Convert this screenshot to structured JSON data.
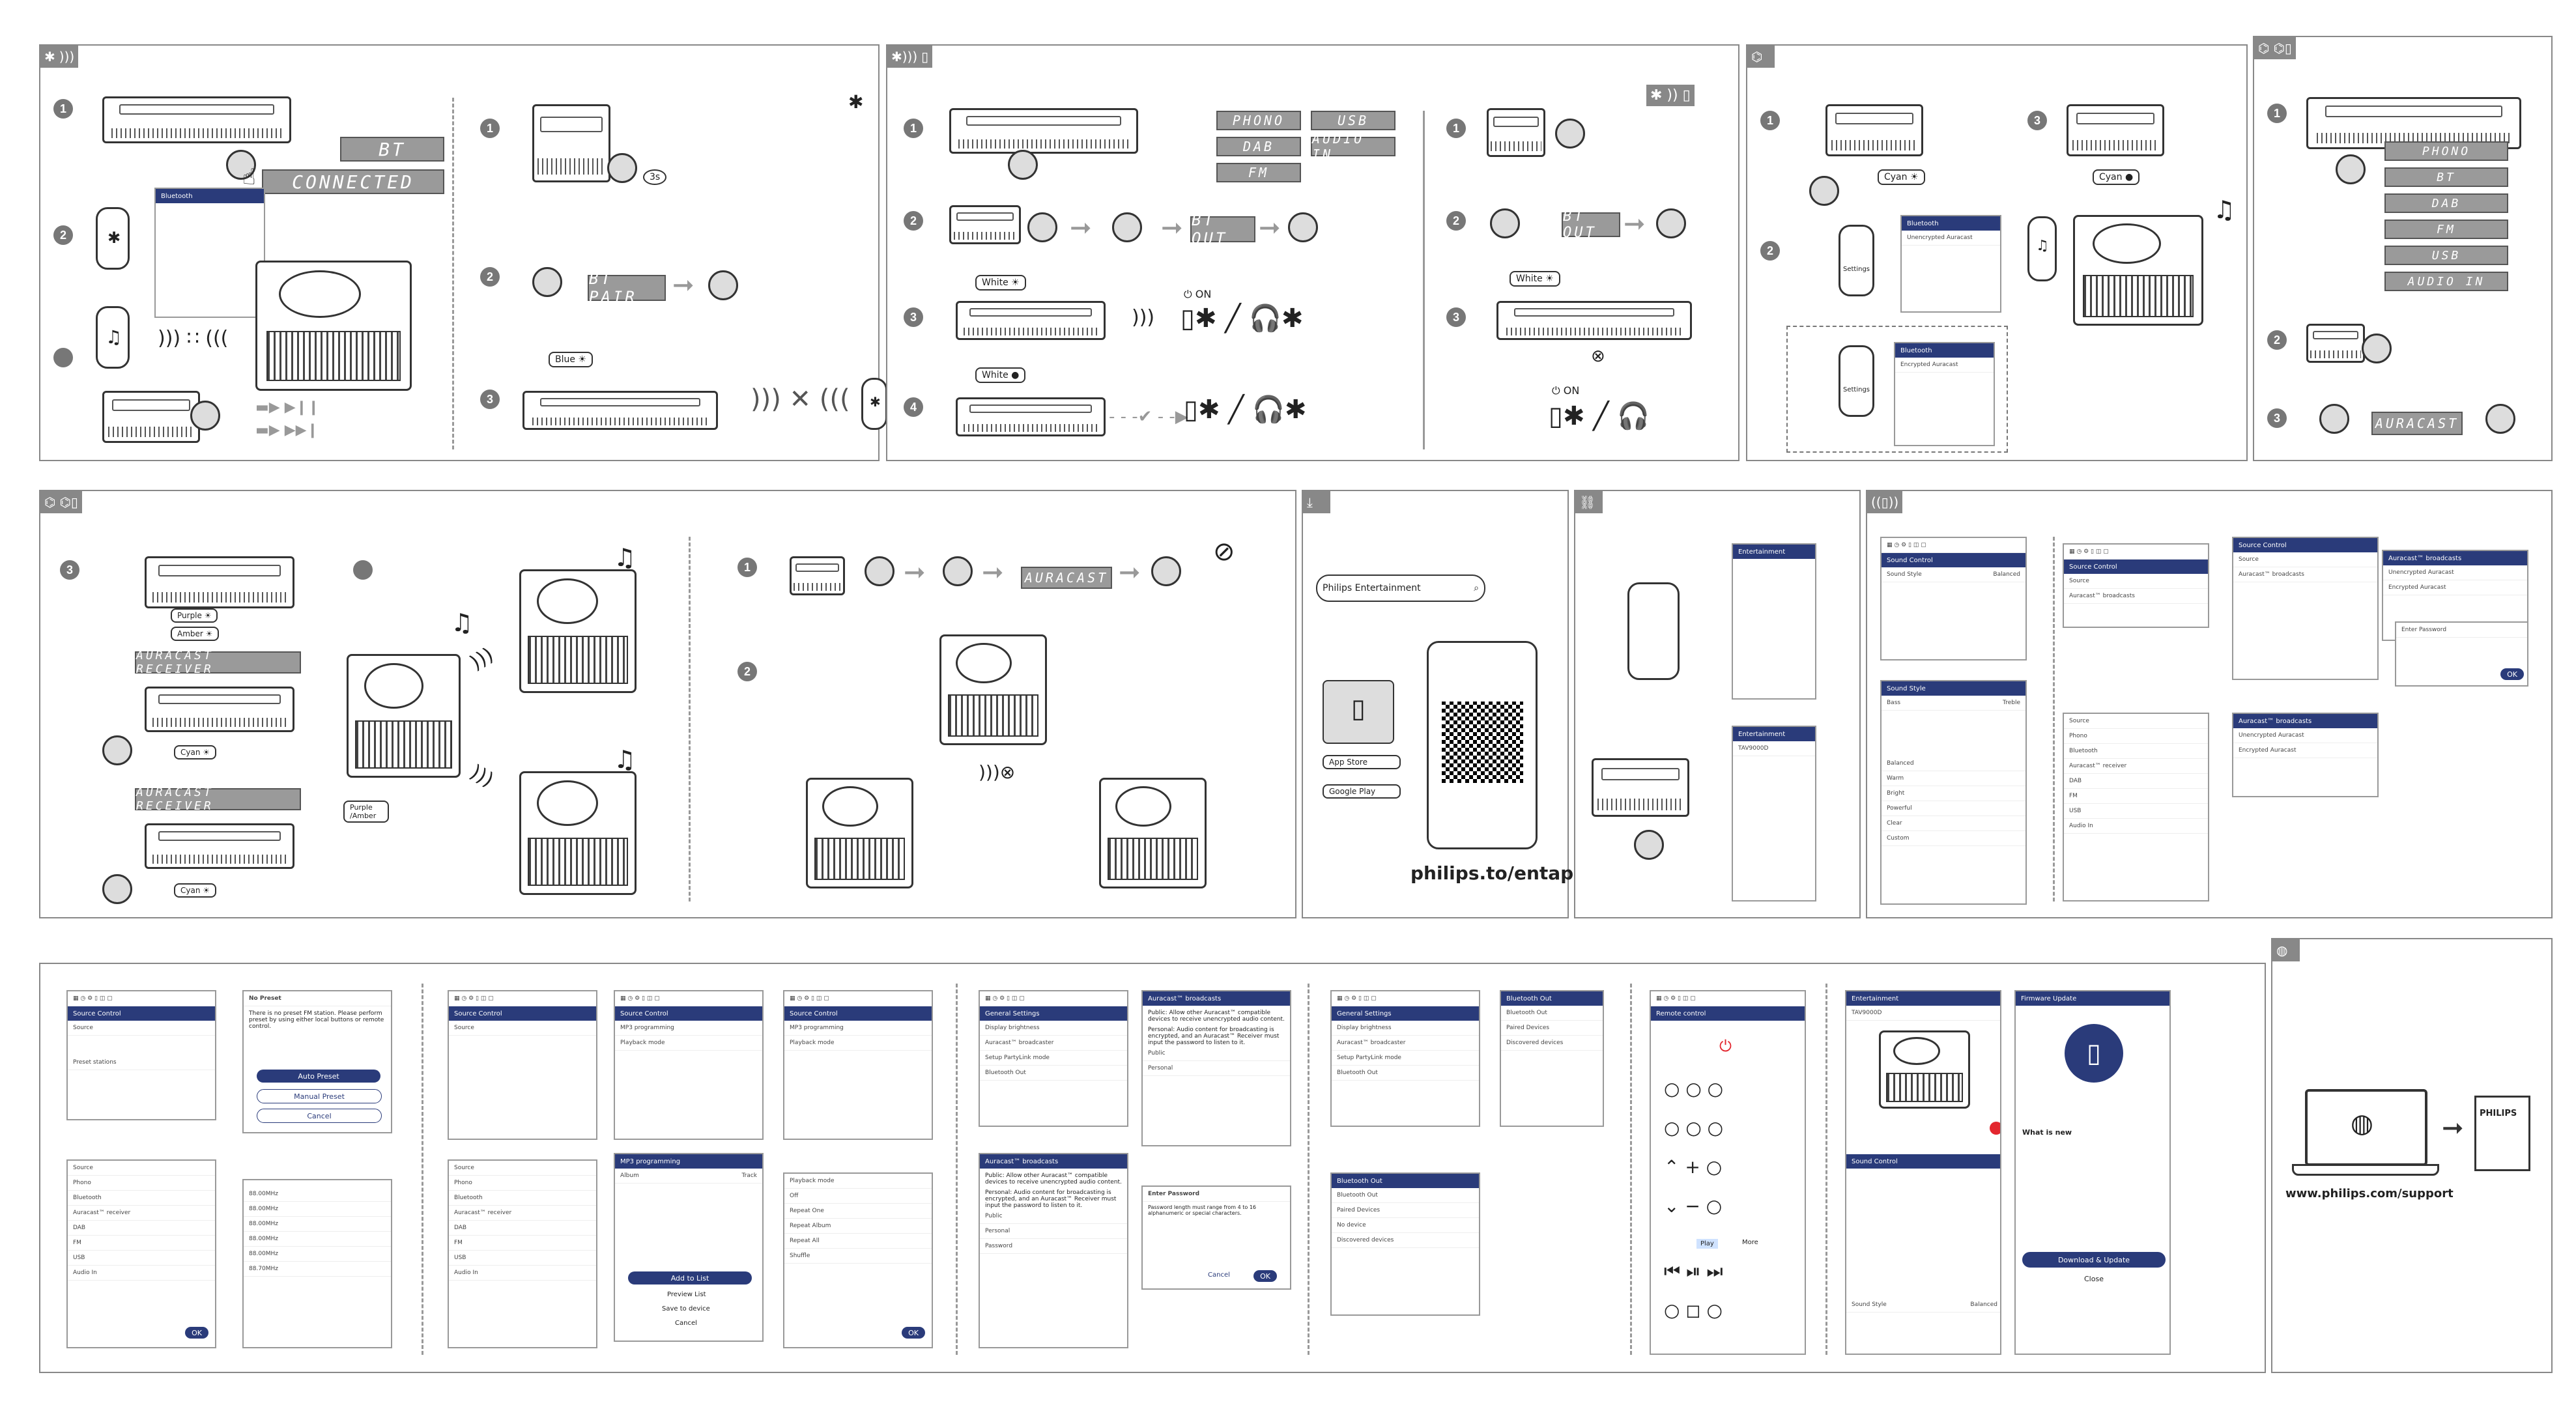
{
  "lcd": {
    "bt": "BT",
    "connected": "CONNECTED",
    "bt_pair": "BT PAIR",
    "bt_out": "BT OUT",
    "phono": "PHONO",
    "usb": "USB",
    "dab": "DAB",
    "fm": "FM",
    "audio_in": "AUDIO IN",
    "auracast": "AURACAST",
    "auracast_receiver": "AURACAST RECEIVER"
  },
  "labels": {
    "blue": "Blue",
    "white": "White",
    "cyan": "Cyan",
    "purple": "Purple",
    "amber": "Amber",
    "purple_amber": "Purple /Amber",
    "on": "ON",
    "three_s": "3s",
    "settings": "Settings"
  },
  "steps": [
    "1",
    "2",
    "3",
    "4"
  ],
  "download": {
    "search_text": "Philips Entertainment",
    "app_store": "App Store",
    "google_play": "Google Play",
    "url": "philips.to/entapp"
  },
  "support": {
    "url": "www.philips.com/support",
    "brand": "PHILIPS"
  },
  "app": {
    "source_control": "Source Control",
    "source": "Source",
    "auracast_broadcasts": "Auracast™ broadcasts",
    "unencrypted": "Unencrypted Auracast",
    "encrypted": "Encrypted Auracast",
    "enter_password": "Enter Password",
    "password": "Password",
    "cancel": "Cancel",
    "ok": "OK",
    "sound_control": "Sound Control",
    "sound_style": "Sound Style",
    "balanced": "Balanced",
    "bass": "Bass",
    "treble": "Treble",
    "styles": [
      "Balanced",
      "Warm",
      "Bright",
      "Powerful",
      "Clear",
      "Custom"
    ],
    "sources": [
      "Phono",
      "Bluetooth",
      "Auracast™ receiver",
      "DAB",
      "FM",
      "USB",
      "Audio In"
    ],
    "no_preset": "No Preset",
    "no_preset_text": "There is no preset FM station. Please perform preset by using either local buttons or remote control.",
    "auto_preset": "Auto Preset",
    "manual_preset": "Manual Preset",
    "preset_stations": "Preset stations",
    "freqs": [
      "88.00MHz",
      "88.00MHz",
      "88.00MHz",
      "88.00MHz",
      "88.00MHz",
      "88.70MHz"
    ],
    "mp3_programming": "MP3 programming",
    "playback_mode": "Playback mode",
    "album": "Album",
    "track": "Track",
    "add_to_list": "Add to List",
    "preview_list": "Preview List",
    "save_to_device": "Save to device",
    "playback_modes": [
      "Off",
      "Repeat One",
      "Repeat Album",
      "Repeat All",
      "Shuffle"
    ],
    "general_settings": "General Settings",
    "display_brightness": "Display brightness",
    "auracast_broadcaster": "Auracast™ broadcaster",
    "setup_partyLink": "Setup PartyLink mode",
    "bluetooth_out": "Bluetooth Out",
    "public": "Public",
    "personal": "Personal",
    "paired_devices": "Paired Devices",
    "discovered_devices": "Discovered devices",
    "no_device": "No device",
    "remote_control": "Remote control",
    "entertainment": "Entertainment",
    "model": "TAV9000D",
    "firmware_update": "Firmware Update",
    "whats_new": "What is new",
    "download_update": "Download & Update",
    "close": "Close",
    "play": "Play",
    "more": "More",
    "public_text": "Public: Allow other Auracast™ compatible devices to receive unencrypted audio content.",
    "personal_text": "Personal: Audio content for broadcasting is encrypted, and an Auracast™ Receiver must input the password to listen to it.",
    "pw_hint": "Password length must range from 4 to 16 alphanumeric or special characters."
  },
  "colors": {
    "panel_border": "#888888",
    "tag_bg": "#888888",
    "lcd_bg": "#9a9a9a",
    "app_blue": "#2a3b7a",
    "alert": "#e3262e"
  }
}
